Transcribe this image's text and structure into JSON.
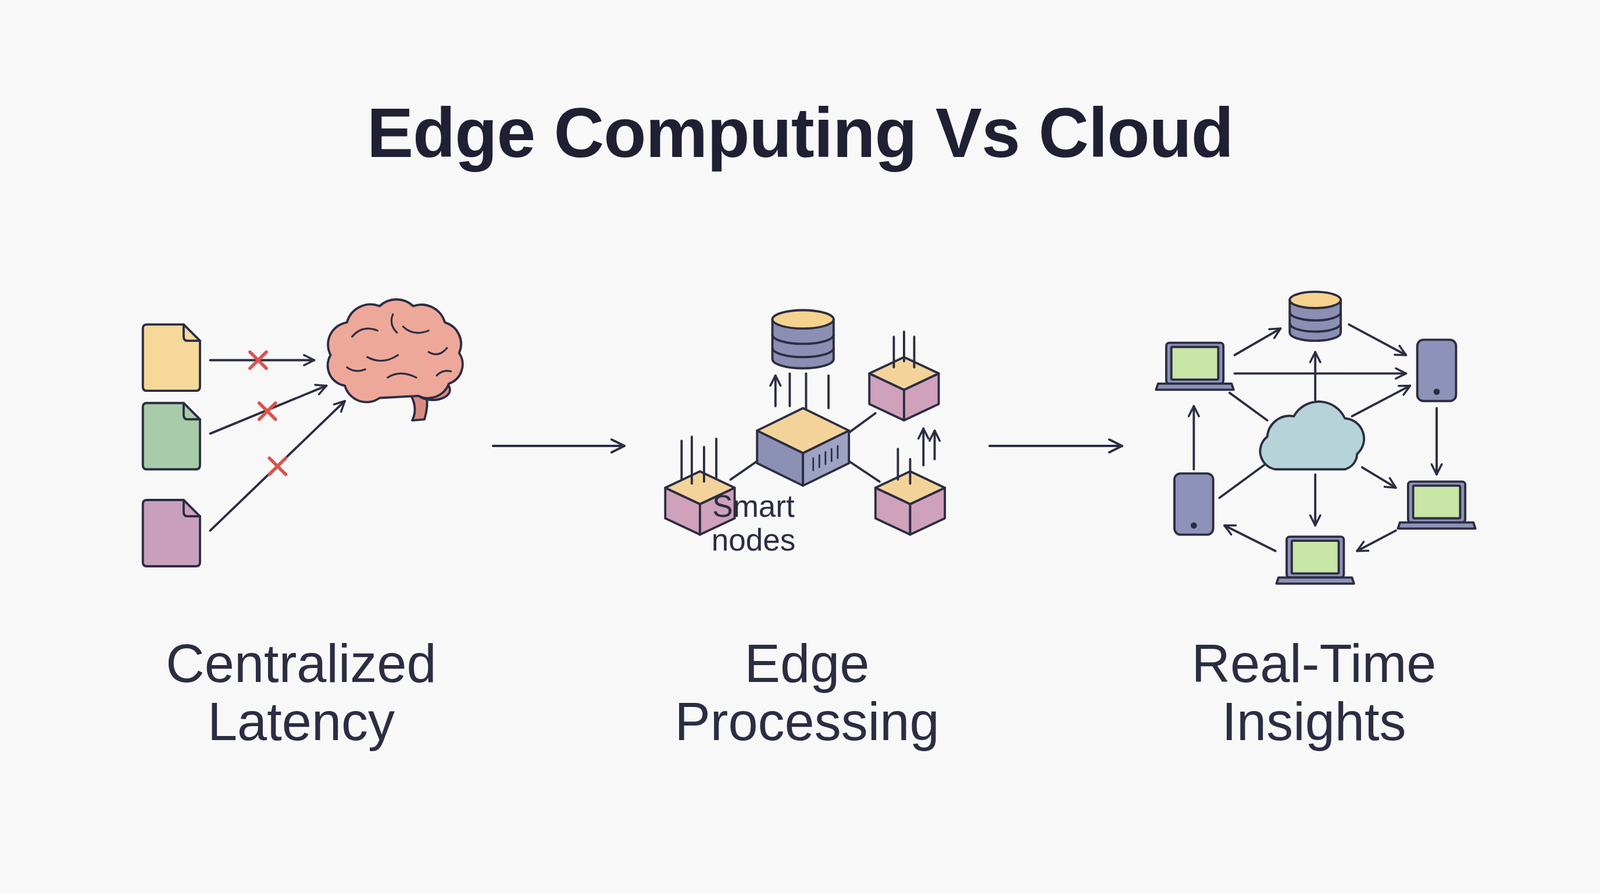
{
  "diagram": {
    "title": "Edge Computing Vs Cloud",
    "nodes": [
      {
        "text": [
          "Centralized Latency"
        ]
      },
      {
        "text": [
          "Edge Processing"
        ]
      },
      {
        "text": [
          "Real-Time Insights"
        ]
      }
    ],
    "edges": [
      {
        "from": 0,
        "to": 1,
        "arrow": "to"
      },
      {
        "from": 1,
        "to": 2,
        "arrow": "to"
      }
    ],
    "labels": [
      "Smart nodes"
    ]
  }
}
